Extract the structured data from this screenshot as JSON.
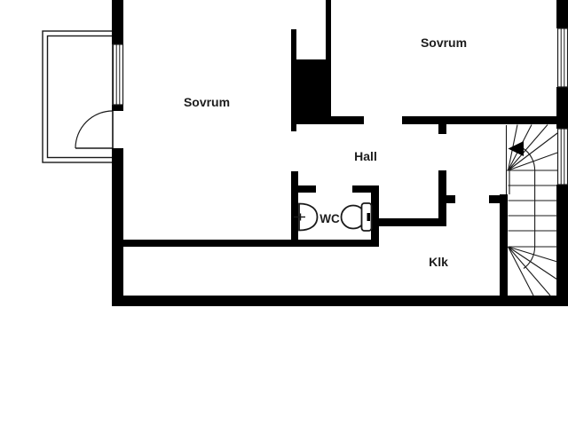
{
  "plan": {
    "kind": "floor-plan",
    "language": "sv",
    "colors": {
      "wall": "#000000",
      "background": "#ffffff",
      "line": "#1a1a1a",
      "text": "#1d1d1d"
    },
    "labels": {
      "sovrum_left": "Sovrum",
      "sovrum_right": "Sovrum",
      "hall": "Hall",
      "wc": "WC",
      "klk": "Klk"
    },
    "fixtures": [
      "sink",
      "toilet"
    ],
    "features": [
      "balcony",
      "balcony-door-swing",
      "window-left",
      "window-right-bedroom",
      "window-right-stair",
      "winder-staircase",
      "stair-up-arrow",
      "shaft"
    ]
  }
}
